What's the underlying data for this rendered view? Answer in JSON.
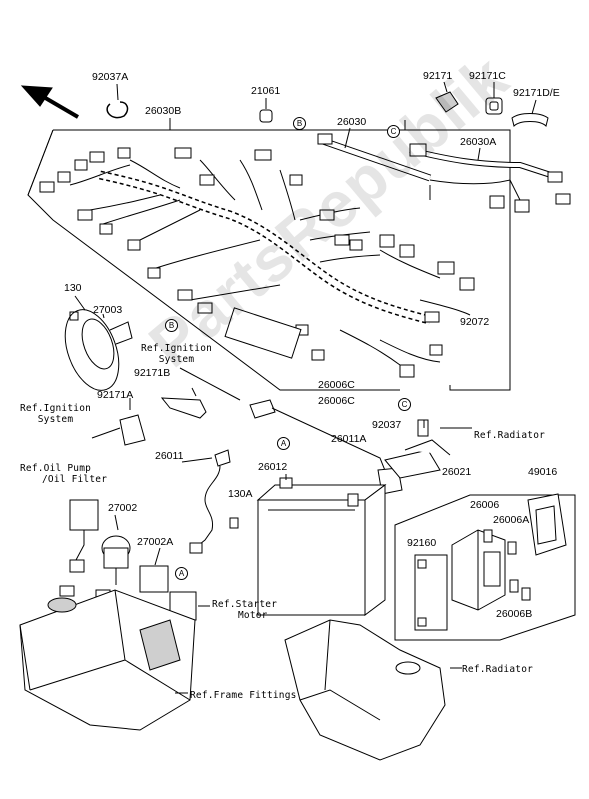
{
  "watermark": "PartsRepublik",
  "callouts": {
    "p92037A": "92037A",
    "p26030B": "26030B",
    "p21061": "21061",
    "p26030": "26030",
    "p92171": "92171",
    "p92171C": "92171C",
    "p92171DE": "92171D/E",
    "p26030A": "26030A",
    "p130a": "130",
    "p27003": "27003",
    "p92072": "92072",
    "p92171B": "92171B",
    "p92171A": "92171A",
    "p26006C1": "26006C",
    "p26006C2": "26006C",
    "p92037": "92037",
    "p26011A": "26011A",
    "p26011": "26011",
    "p26012": "26012",
    "p130A": "130A",
    "p27002": "27002",
    "p27002A": "27002A",
    "p26021": "26021",
    "p49016": "49016",
    "p26006": "26006",
    "p26006A": "26006A",
    "p92160": "92160",
    "p26006B": "26006B"
  },
  "refs": {
    "ign1_l1": "Ref.Ignition",
    "ign1_l2": "System",
    "ign2_l1": "Ref.Ignition",
    "ign2_l2": "System",
    "oil_l1": "Ref.Oil Pump",
    "oil_l2": "/Oil Filter",
    "radiator1": "Ref.Radiator",
    "radiator2": "Ref.Radiator",
    "starter_l1": "Ref.Starter",
    "starter_l2": "Motor",
    "frame": "Ref.Frame Fittings"
  },
  "circles": {
    "b1": "B",
    "c1": "C",
    "b2": "B",
    "c2": "C",
    "a1": "A",
    "a2": "A"
  },
  "colors": {
    "line": "#000000",
    "fill": "#ffffff",
    "shade": "#cfcfcf"
  }
}
